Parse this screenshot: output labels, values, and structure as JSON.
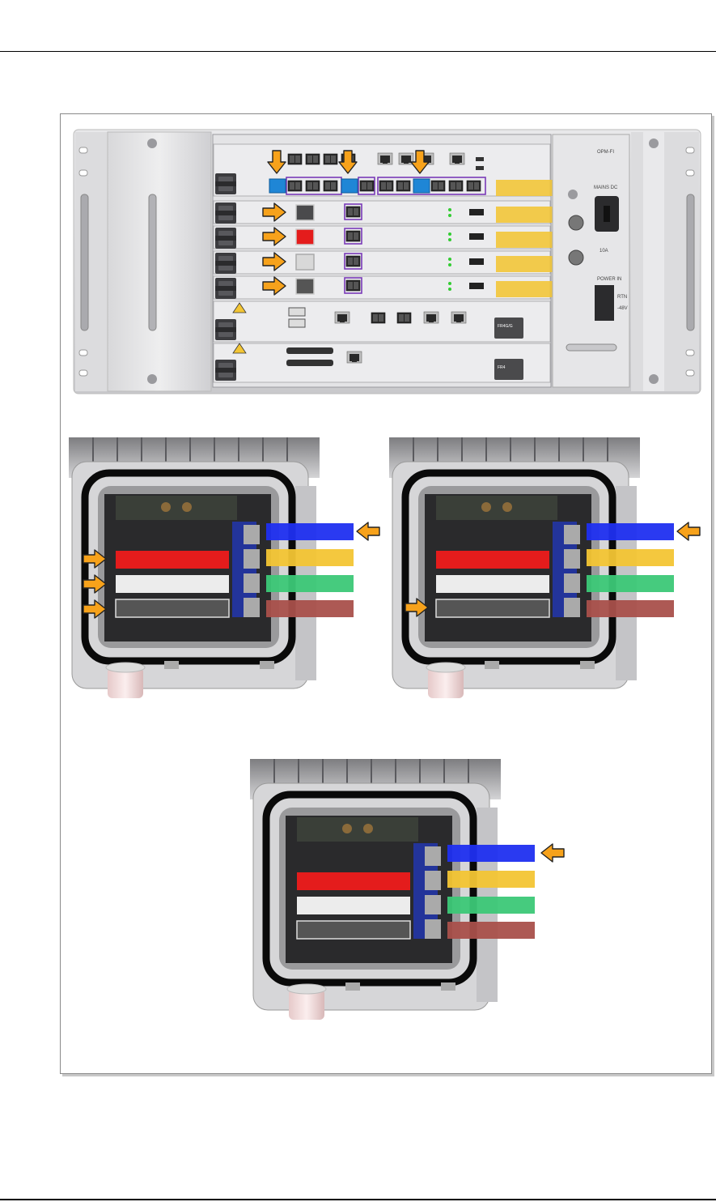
{
  "colors": {
    "arrow": "#f7a21b",
    "blue_band": "#1f2ff0",
    "yellow_band": "#f3c534",
    "green_band": "#3cc877",
    "brown_band": "#a9504b",
    "red_band": "#e41c1c",
    "white_band": "#ececec",
    "dark_band": "#555555",
    "sfp_blue": "#1f86d6",
    "purple_outline": "#7a3ab8"
  },
  "chassis": {
    "labels": {
      "opm": "OPM-FI",
      "mains": "MAINS DC",
      "fuse": "10A",
      "power_in": "POWER IN",
      "rtn": "RTN",
      "minus48": "-48V",
      "card_a": "FR4G/G",
      "card_b": "FR4"
    },
    "icons": [
      "orange-arrow-icon",
      "sfp-port-icon",
      "rj45-port-icon",
      "warning-triangle-icon",
      "led-indicator-icon"
    ]
  },
  "enclosures": [
    {
      "id": "left",
      "band_colors": [
        "blue",
        "yellow",
        "green",
        "brown"
      ],
      "inner_bands": [
        "red",
        "white",
        "dark"
      ],
      "arrows": [
        "blue-band",
        "red",
        "white",
        "dark"
      ]
    },
    {
      "id": "right",
      "band_colors": [
        "blue",
        "yellow",
        "green",
        "brown"
      ],
      "inner_bands": [
        "red",
        "white",
        "dark"
      ],
      "arrows": [
        "blue-band",
        "dark"
      ]
    },
    {
      "id": "bottom",
      "band_colors": [
        "blue",
        "yellow",
        "green",
        "brown"
      ],
      "inner_bands": [
        "red",
        "white",
        "dark"
      ],
      "arrows": [
        "blue-band"
      ]
    }
  ]
}
